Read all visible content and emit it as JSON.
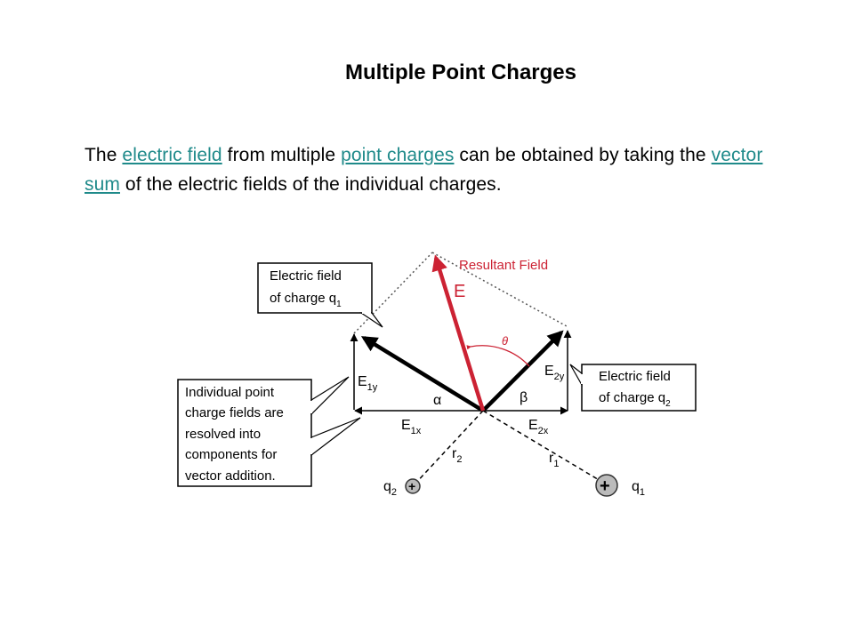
{
  "title": "Multiple Point Charges",
  "intro": {
    "s1": "The ",
    "link1": "electric field",
    "s2": " from multiple ",
    "link2": "point charges",
    "s3": " can be obtained by taking the ",
    "link3": "vector sum",
    "s4": " of the electric fields of the individual charges."
  },
  "diagram": {
    "resultant_label": "Resultant Field",
    "resultant_symbol": "E",
    "theta": "θ",
    "alpha": "α",
    "beta": "β",
    "e1y": "E",
    "e1y_sub": "1y",
    "e1x": "E",
    "e1x_sub": "1x",
    "e2y": "E",
    "e2y_sub": "2y",
    "e2x": "E",
    "e2x_sub": "2x",
    "r1": "r",
    "r1_sub": "1",
    "r2": "r",
    "r2_sub": "2",
    "q1": "q",
    "q1_sub": "1",
    "q2": "q",
    "q2_sub": "2",
    "plus": "+",
    "box1_line1": "Electric field",
    "box1_line2": "of charge q",
    "box1_sub": "1",
    "box2_line1": "Electric field",
    "box2_line2": "of charge q",
    "box2_sub": "2",
    "box3_lines": [
      "Individual point",
      "charge fields are",
      "resolved into",
      "components for",
      "vector addition."
    ],
    "colors": {
      "resultant": "#cc2233",
      "vector": "#000000",
      "link": "#1f8a8a"
    }
  }
}
